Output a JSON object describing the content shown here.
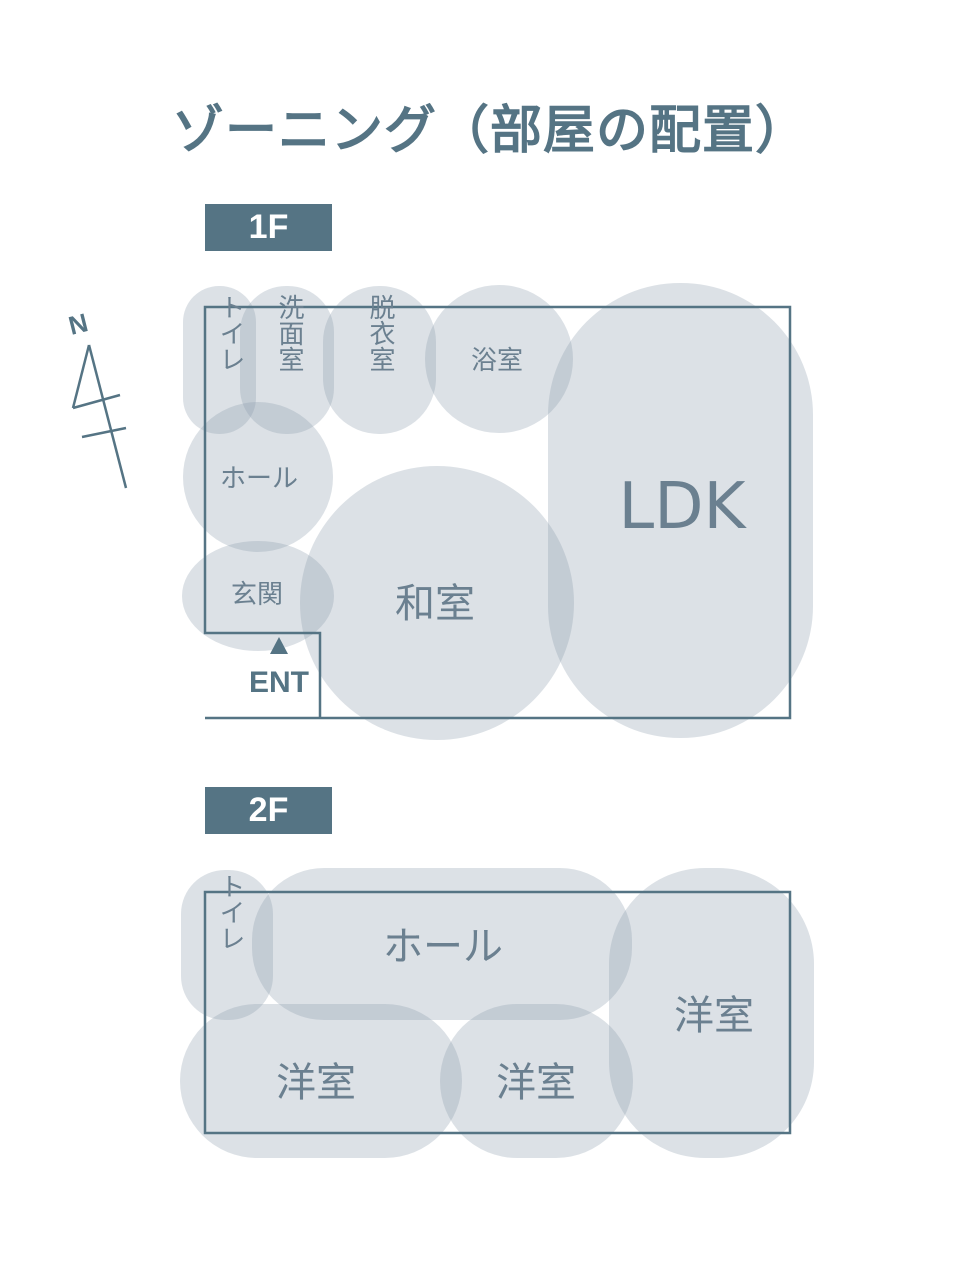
{
  "title": "ゾーニング（部屋の配置）",
  "colors": {
    "accent": "#557484",
    "zone": "#8c9cac",
    "label": "#6b8090"
  },
  "compass": {
    "letter": "N"
  },
  "floor1": {
    "badge": "1F",
    "rooms": {
      "toilet": "トイレ",
      "washroom": "洗面室",
      "dressing": "脱衣室",
      "bath": "浴室",
      "ldk": "LDK",
      "hall": "ホール",
      "entrance": "玄関",
      "washitsu": "和室"
    },
    "entrance_mark": "ENT"
  },
  "floor2": {
    "badge": "2F",
    "rooms": {
      "toilet": "トイレ",
      "hall": "ホール",
      "western_room_right": "洋室",
      "western_room_left": "洋室",
      "western_room_center": "洋室"
    }
  }
}
